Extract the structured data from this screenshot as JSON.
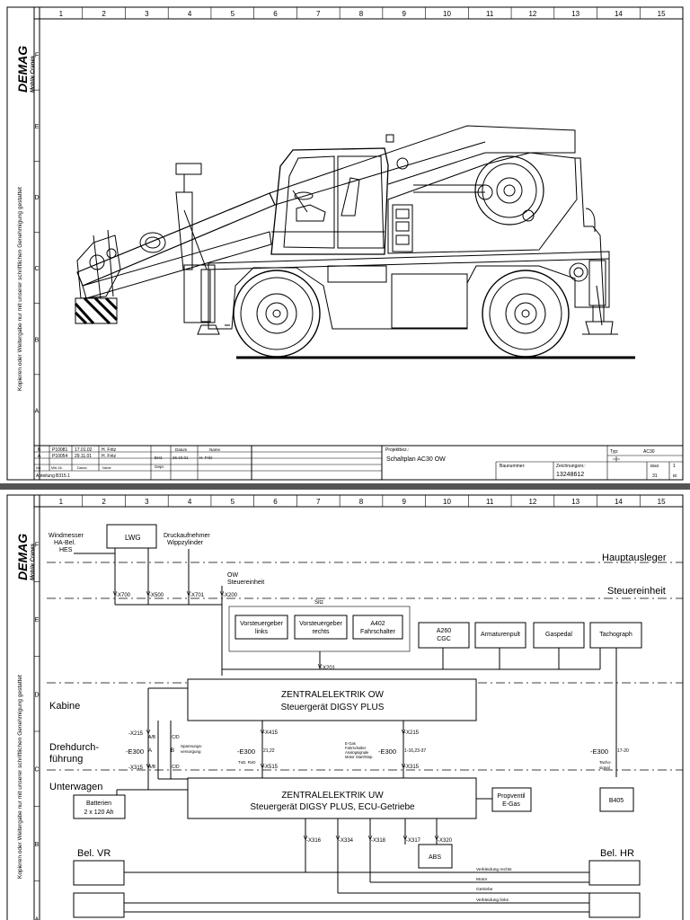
{
  "brand": {
    "name": "DEMAG",
    "sub": "Mobile Cranes"
  },
  "copyright_note": "Kopieren oder Weitergabe nur mit unserer schriftlichen Genehmigung gestattet",
  "grid": {
    "columns": [
      "1",
      "2",
      "3",
      "4",
      "5",
      "6",
      "7",
      "8",
      "9",
      "10",
      "11",
      "12",
      "13",
      "14",
      "15"
    ],
    "rows_sheet1": [
      "F",
      "E",
      "D",
      "C",
      "B",
      "A"
    ],
    "rows_sheet2": [
      "F",
      "E",
      "D",
      "C",
      "B",
      "A"
    ]
  },
  "title_block": {
    "rev_b": {
      "rev": "B",
      "no": "P10081",
      "date": "17.01.02",
      "name": "H. Fritz"
    },
    "rev_a": {
      "rev": "A",
      "no": "P10054",
      "date": "29.11.01",
      "name": "H. Fritz"
    },
    "rev_header": {
      "rev": "Ind.",
      "no": "Mitt.-Nr.",
      "date": "Datum",
      "name": "Name"
    },
    "abteilung_label": "Abteilung",
    "abteilung_value": "B315.1",
    "datum_label": "Datum",
    "name_label": "Name",
    "erst_label": "Erst.",
    "erst_date": "26.10.01",
    "erst_name": "H. Fritz",
    "gepr_label": "Gepr.",
    "projekt_label": "Projektbez.:",
    "projekt_value": "Schaltplan AC30 OW",
    "typ_label": "Typ:",
    "typ_value": "AC30",
    "baunummer_label": "Baunummer:",
    "zeichnung_label": "Zeichnungsnr.:",
    "zeichnung_value": "13248612",
    "blatt_label": "Blatt",
    "blatt_value": "1",
    "bl_label": "Bl.",
    "bl_value": "31"
  },
  "schematic": {
    "top_labels": {
      "windmesser": [
        "Windmesser",
        "HA-Bel.",
        "HES"
      ],
      "lwg": "LWG",
      "druck": [
        "Druckaufnehmer",
        "Wippzylinder"
      ],
      "ow": [
        "OW",
        "Steuereinheit"
      ],
      "sitz": "Sitz"
    },
    "zones": {
      "hauptausleger": "Hauptausleger",
      "steuereinheit": "Steuereinheit",
      "kabine": "Kabine",
      "drehdurchfuehrung": [
        "Drehdurch-",
        "führung"
      ],
      "unterwagen": "Unterwagen"
    },
    "connectors": {
      "x700": "-X700",
      "x500": "-X500",
      "x701": "-X701",
      "x200": "-X200",
      "x201": "-X201",
      "x215a": "-X215",
      "x215b": "-X215",
      "x415": "-X415",
      "x515": "-X515",
      "x315a": "-X315",
      "x315b": "-X315",
      "x316": "-X316",
      "x334": "-X334",
      "x318": "-X318",
      "x317": "-X317",
      "x320": "-X320"
    },
    "sitz_boxes": [
      {
        "l1": "Vorsteuergeber",
        "l2": "links"
      },
      {
        "l1": "Vorsteuergeber",
        "l2": "rechts"
      },
      {
        "l1": "A402",
        "l2": "Fahrschalter"
      }
    ],
    "right_boxes": [
      {
        "l1": "A260",
        "l2": "CGC"
      },
      {
        "l1": "Armaturenpult",
        "l2": ""
      },
      {
        "l1": "Gaspedal",
        "l2": ""
      },
      {
        "l1": "Tachograph",
        "l2": ""
      }
    ],
    "ze_ow": [
      "ZENTRALELEKTRIK OW",
      "Steuergerät DIGSY PLUS"
    ],
    "ze_uw": [
      "ZENTRALELEKTRIK UW",
      "Steuergerät DIGSY PLUS, ECU-Getriebe"
    ],
    "e300": {
      "e1": "-E300",
      "e2": "-E300",
      "e3": "-E300",
      "e4": "-E300",
      "ab1": "A/B",
      "cd1": "C/D",
      "a": "A",
      "b": "B",
      "ab2": "A/B",
      "cd2": "C/D",
      "spannung": [
        "Spannungs-",
        "versorgung"
      ],
      "pins1": "21,22",
      "txd": "TxD, RxD",
      "egas": [
        "E-Gas",
        "Fahrschalter",
        "Analogsignale",
        "Motor Start/Stop"
      ],
      "pins2": "1-16,23-37",
      "pins3": "17-20",
      "tacho": [
        "Tacho-",
        "signal"
      ]
    },
    "batterien": [
      "Batterien",
      "2 x 120 Ah"
    ],
    "propventil": [
      "Propventil",
      "E-Gas"
    ],
    "b405": "B405",
    "abs": "ABS",
    "bel_vr": "Bel. VR",
    "bel_hr": "Bel. HR",
    "wires": [
      "Verkleidung rechts",
      "Motor",
      "Getriebe",
      "Verkleidung links"
    ]
  }
}
